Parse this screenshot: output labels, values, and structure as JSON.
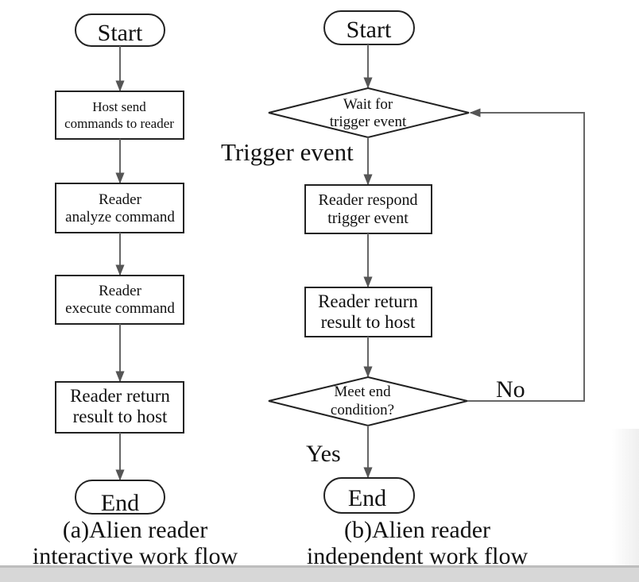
{
  "left_flow": {
    "start": "Start",
    "step1": [
      "Host send",
      "commands to reader"
    ],
    "step2": [
      "Reader",
      "analyze command"
    ],
    "step3": [
      "Reader",
      "execute command"
    ],
    "step4": [
      "Reader return",
      "result to host"
    ],
    "end": "End",
    "caption": [
      "(a)Alien reader",
      "interactive work flow"
    ]
  },
  "right_flow": {
    "start": "Start",
    "wait_decision": [
      "Wait for",
      "trigger event"
    ],
    "trigger_label": "Trigger event",
    "respond": [
      "Reader respond",
      "trigger event"
    ],
    "return": [
      "Reader return",
      "result to host"
    ],
    "end_decision": [
      "Meet end",
      "condition?"
    ],
    "no_label": "No",
    "yes_label": "Yes",
    "end": "End",
    "caption": [
      "(b)Alien reader",
      "independent work flow"
    ]
  }
}
